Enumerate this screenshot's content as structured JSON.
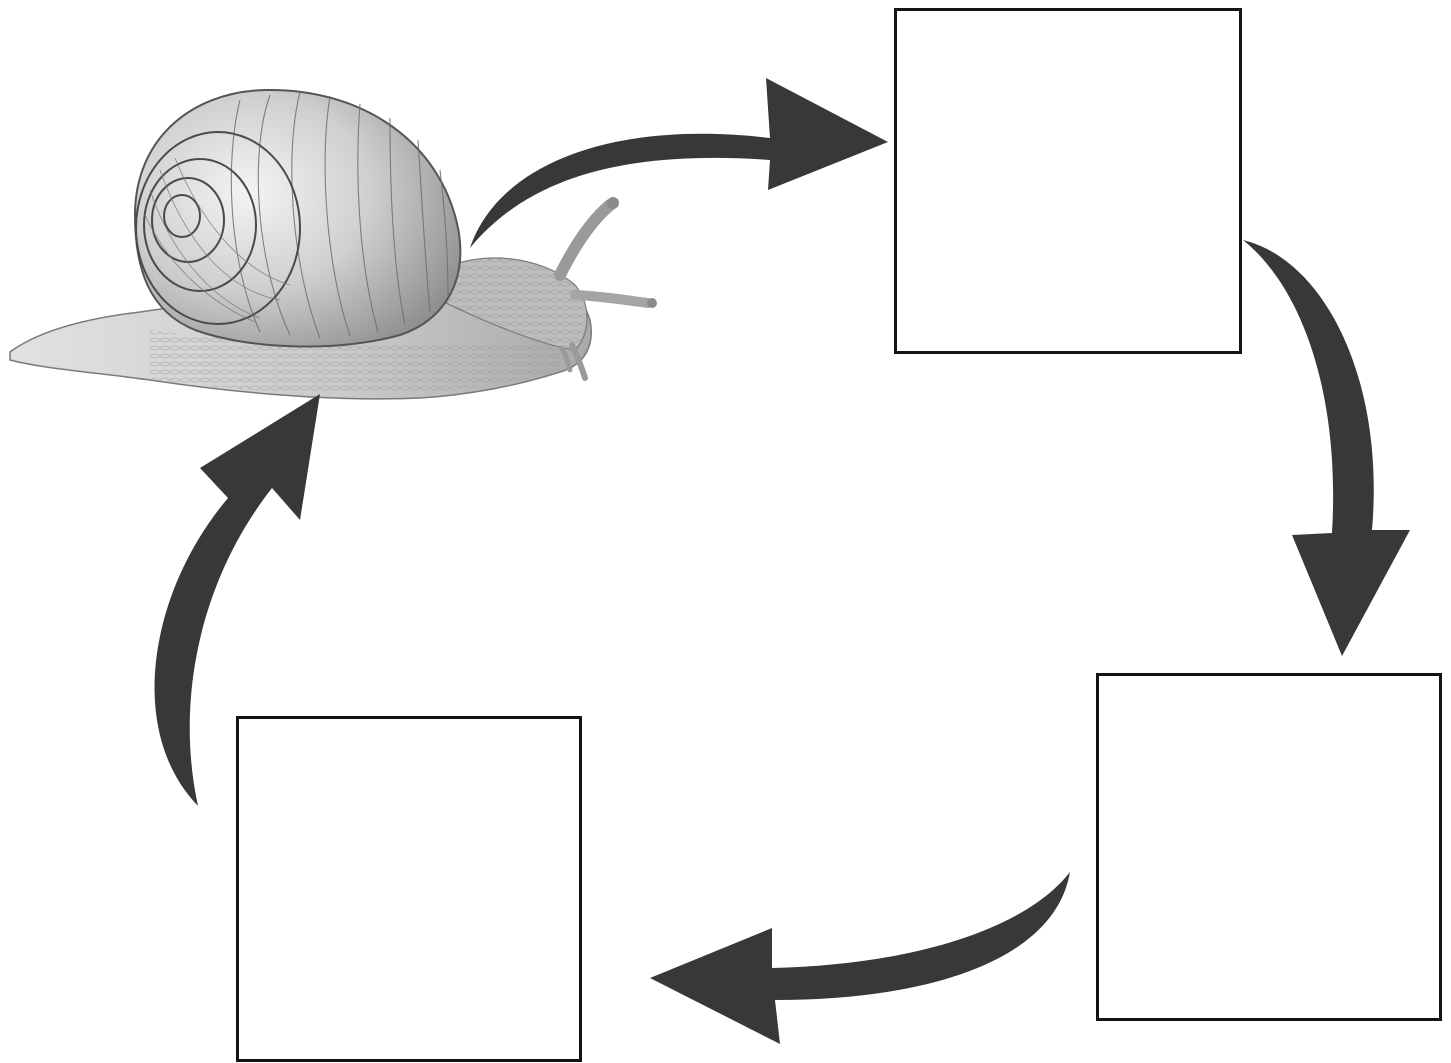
{
  "diagram": {
    "kind": "life-cycle",
    "subject_icon": "snail-illustration",
    "stage_boxes": [
      {
        "id": "stage-1",
        "content": ""
      },
      {
        "id": "stage-2",
        "content": ""
      },
      {
        "id": "stage-3",
        "content": ""
      }
    ],
    "arrows": [
      {
        "from": "snail",
        "to": "stage-1",
        "icon": "curved-arrow-right-icon"
      },
      {
        "from": "stage-1",
        "to": "stage-2",
        "icon": "curved-arrow-down-icon"
      },
      {
        "from": "stage-2",
        "to": "stage-3",
        "icon": "curved-arrow-left-icon"
      },
      {
        "from": "stage-3",
        "to": "snail",
        "icon": "curved-arrow-up-icon"
      }
    ],
    "colors": {
      "arrow": "#383838",
      "box_border": "#141414",
      "background": "#ffffff"
    }
  }
}
